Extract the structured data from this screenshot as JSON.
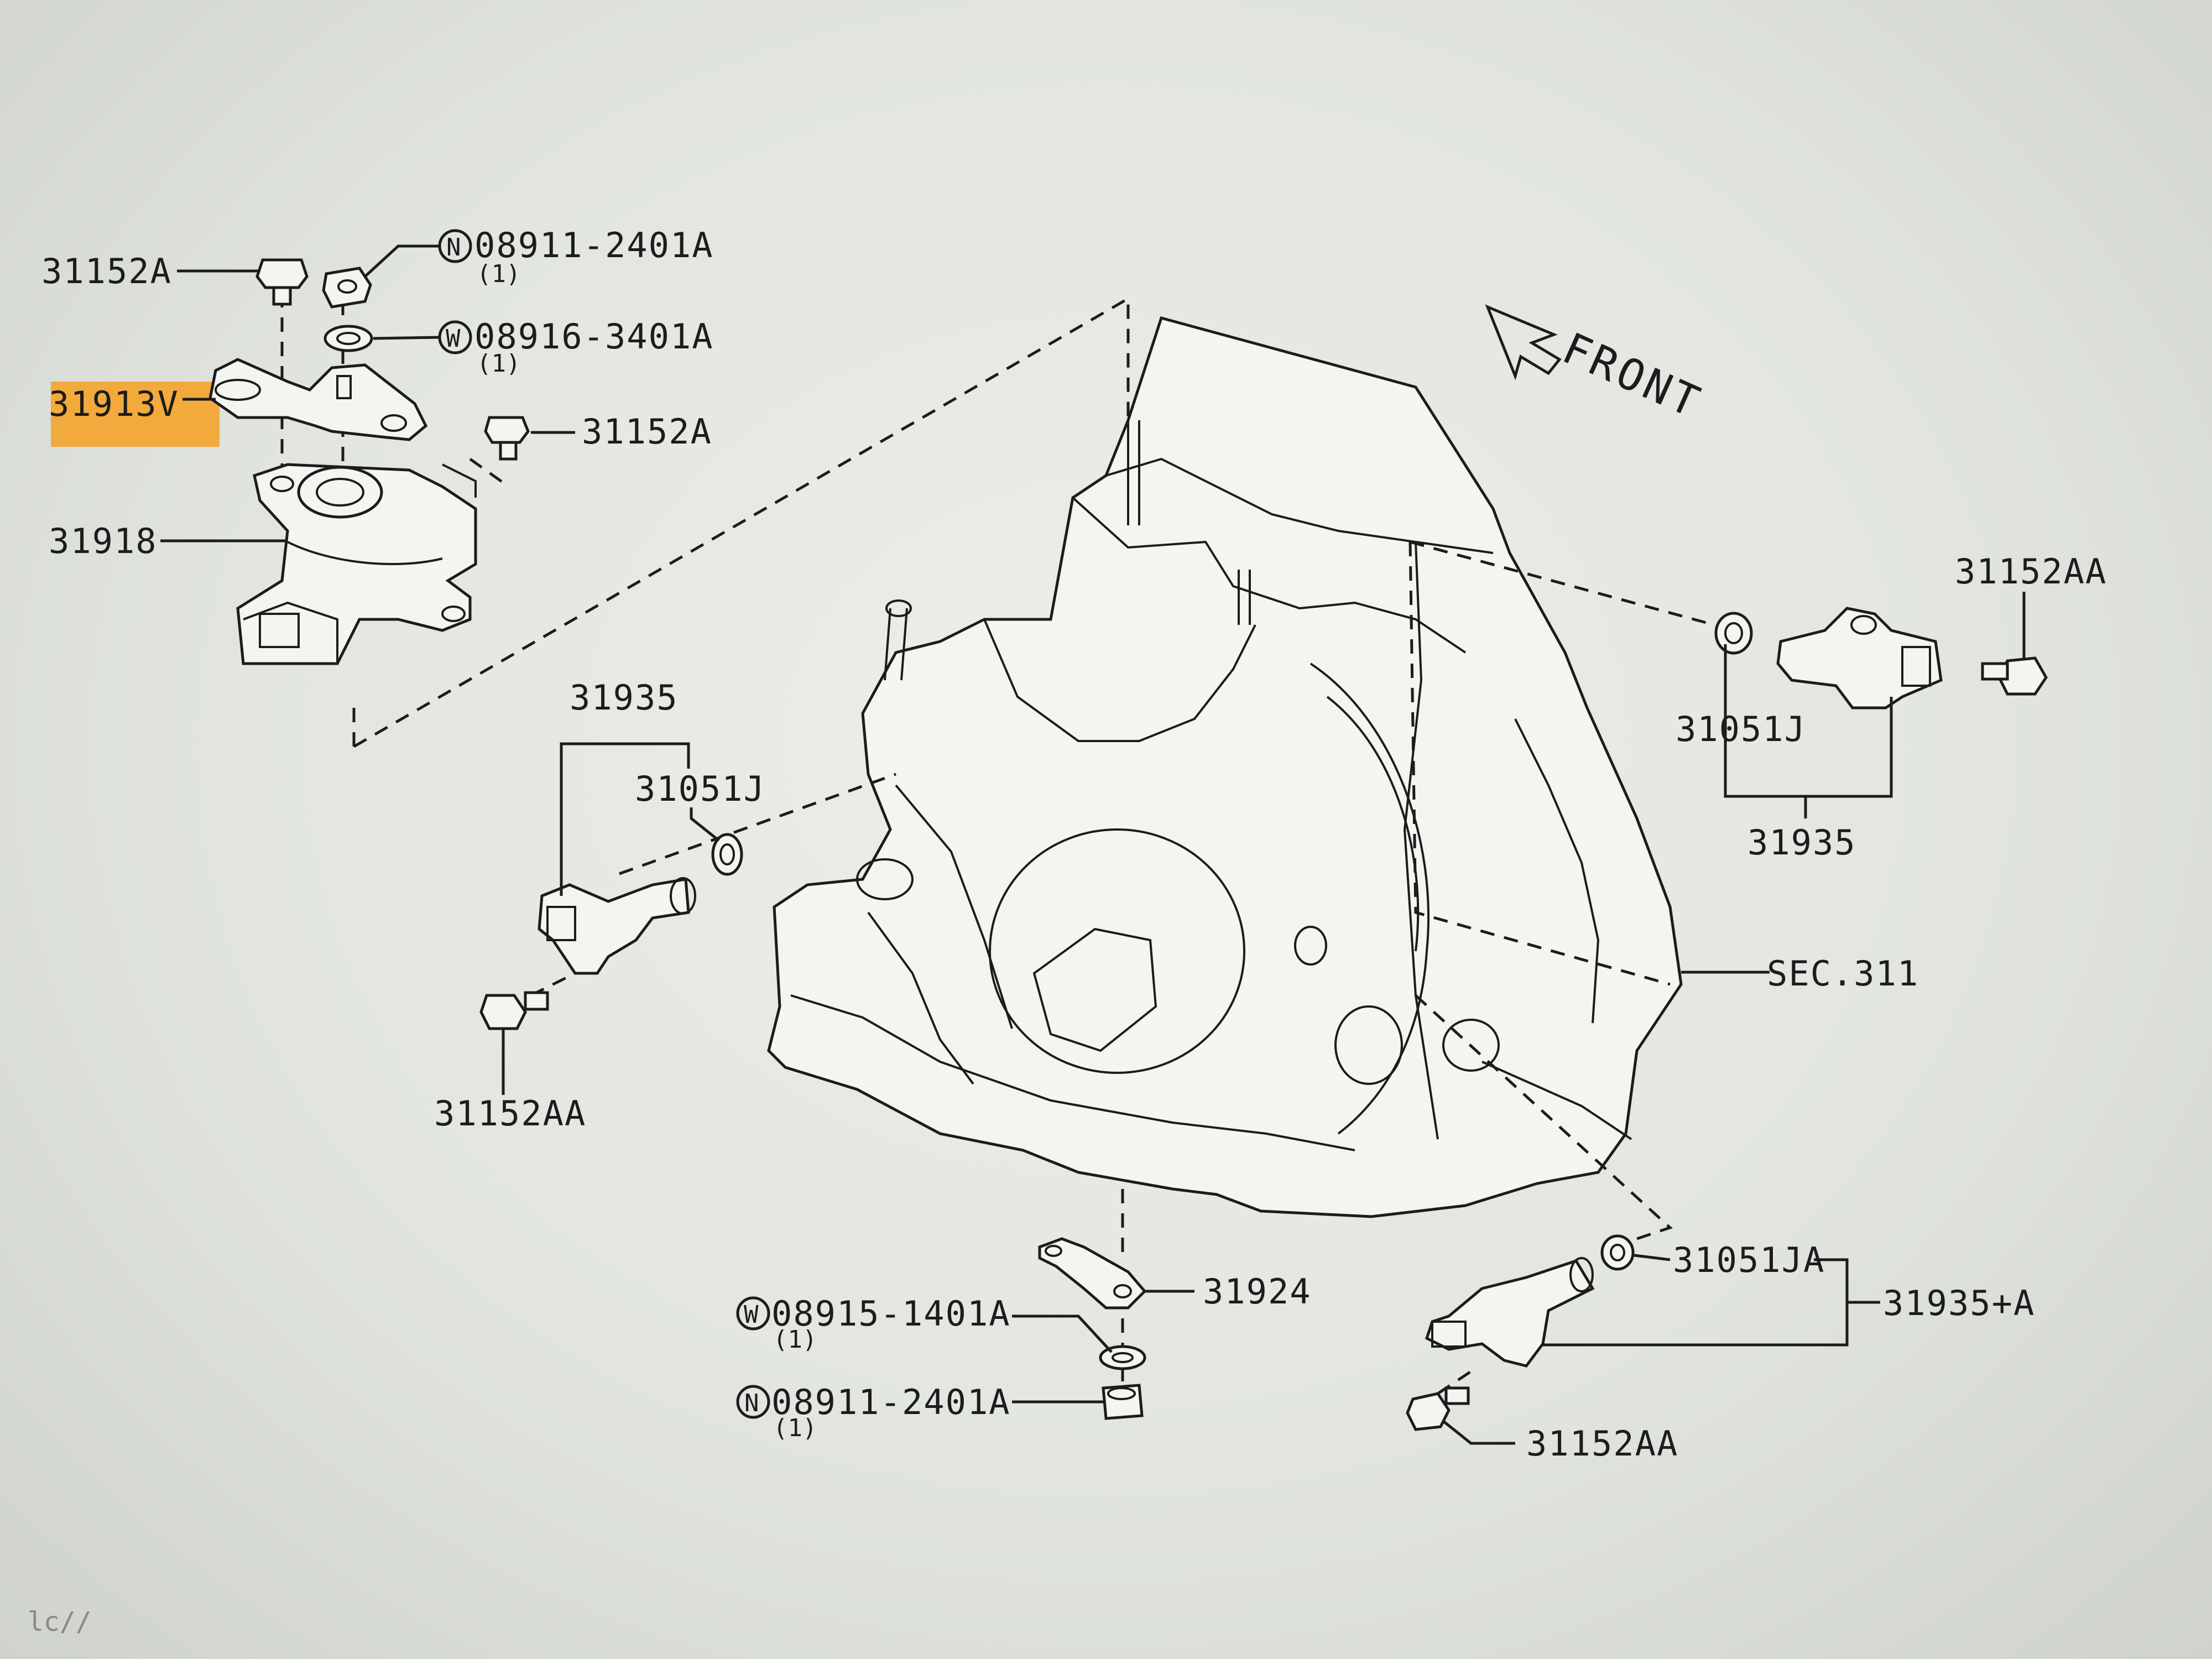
{
  "labels": {
    "bolt_top": "31152A",
    "nut_top": "08911-2401A",
    "nut_top_qty": "(1)",
    "washer_top": "08916-3401A",
    "washer_top_qty": "(1)",
    "bracket": "31913V",
    "bolt_right": "31152A",
    "switch": "31918",
    "sensor_left_group": "31935",
    "oring_left": "31051J",
    "bolt_left": "31152AA",
    "bolt_right_sensor": "31152AA",
    "oring_right": "31051J",
    "sensor_right_group": "31935",
    "section_ref": "SEC.311",
    "lever": "31924",
    "washer_bottom": "08915-1401A",
    "washer_bottom_qty": "(1)",
    "nut_bottom": "08911-2401A",
    "nut_bottom_qty": "(1)",
    "oring_bottom": "31051JA",
    "sensor_bottom_group": "31935+A",
    "bolt_bottom": "31152AA",
    "front": "FRONT",
    "corner_text": "lc//"
  },
  "markers": {
    "nut": "N",
    "washer": "W"
  },
  "colors": {
    "highlight": "#f4a42a",
    "ink": "#1c1c1c",
    "paper": "#e6e8e3"
  },
  "highlighted_label": "31913V"
}
